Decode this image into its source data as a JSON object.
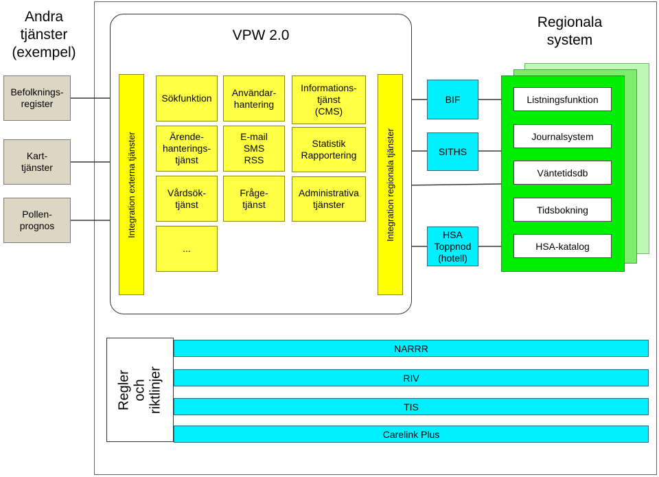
{
  "left_header": "Andra\ntjänster\n(exempel)",
  "right_header": "Regionala\nsystem",
  "external_services": [
    "Befolknings-\nregister",
    "Kart-\ntjänster",
    "Pollen-\nprognos"
  ],
  "vpw": {
    "title": "VPW 2.0",
    "left_integration": "Integration externa tjänster",
    "right_integration": "Integration regionala tjänster",
    "modules": [
      "Sökfunktion",
      "Användar-\nhantering",
      "Informations-\ntjänst\n(CMS)",
      "Ärende-\nhanterings-\ntjänst",
      "E-mail\nSMS\nRSS",
      "Statistik\nRapportering",
      "Vårdsök-\ntjänst",
      "Fråge-\ntjänst",
      "Administrativa\ntjänster",
      "..."
    ]
  },
  "middleware": [
    "BIF",
    "SITHS",
    "HSA\nToppnod\n(hotell)"
  ],
  "regional_systems": [
    "Listningsfunktion",
    "Journalsystem",
    "Väntetidsdb",
    "Tidsbokning",
    "HSA-katalog"
  ],
  "rules": {
    "label": "Regler och\nriktlinjer",
    "items": [
      "NARRR",
      "RIV",
      "TIS",
      "Carelink Plus"
    ]
  },
  "colors": {
    "external": "#ddd6c3",
    "module": "#ffff44",
    "integration": "#ffff00",
    "middleware": "#00f0ff",
    "regional_front": "#00ee00",
    "regional_mid": "#7cee6c",
    "regional_back": "#bff7b8"
  }
}
